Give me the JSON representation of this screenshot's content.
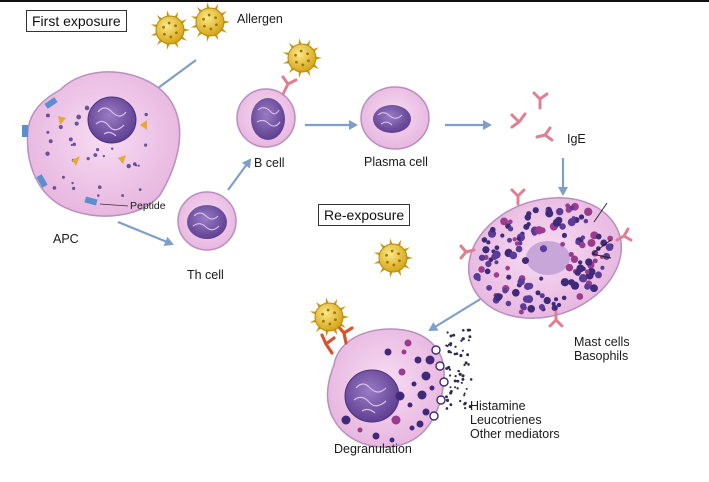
{
  "labels": {
    "first_exposure": "First exposure",
    "allergen": "Allergen",
    "apc": "APC",
    "peptide": "Peptide",
    "th_cell": "Th cell",
    "b_cell": "B cell",
    "plasma_cell": "Plasma cell",
    "ige": "IgE",
    "re_exposure": "Re-exposure",
    "mast_cells": "Mast cells",
    "basophils": "Basophils",
    "histamine": "Histamine",
    "leucotrienes": "Leucotrienes",
    "other_mediators": "Other mediators",
    "degranulation": "Degranulation"
  },
  "colors": {
    "cell_fill": "#efc6ea",
    "cell_edge": "#b88fbf",
    "nucleus": "#7d5aa8",
    "allergen": "#e9c23a",
    "antibody": "#e07f94",
    "receptor": "#5b8fcf",
    "arrow": "#7f9fc8",
    "granule": "#4a3585"
  }
}
